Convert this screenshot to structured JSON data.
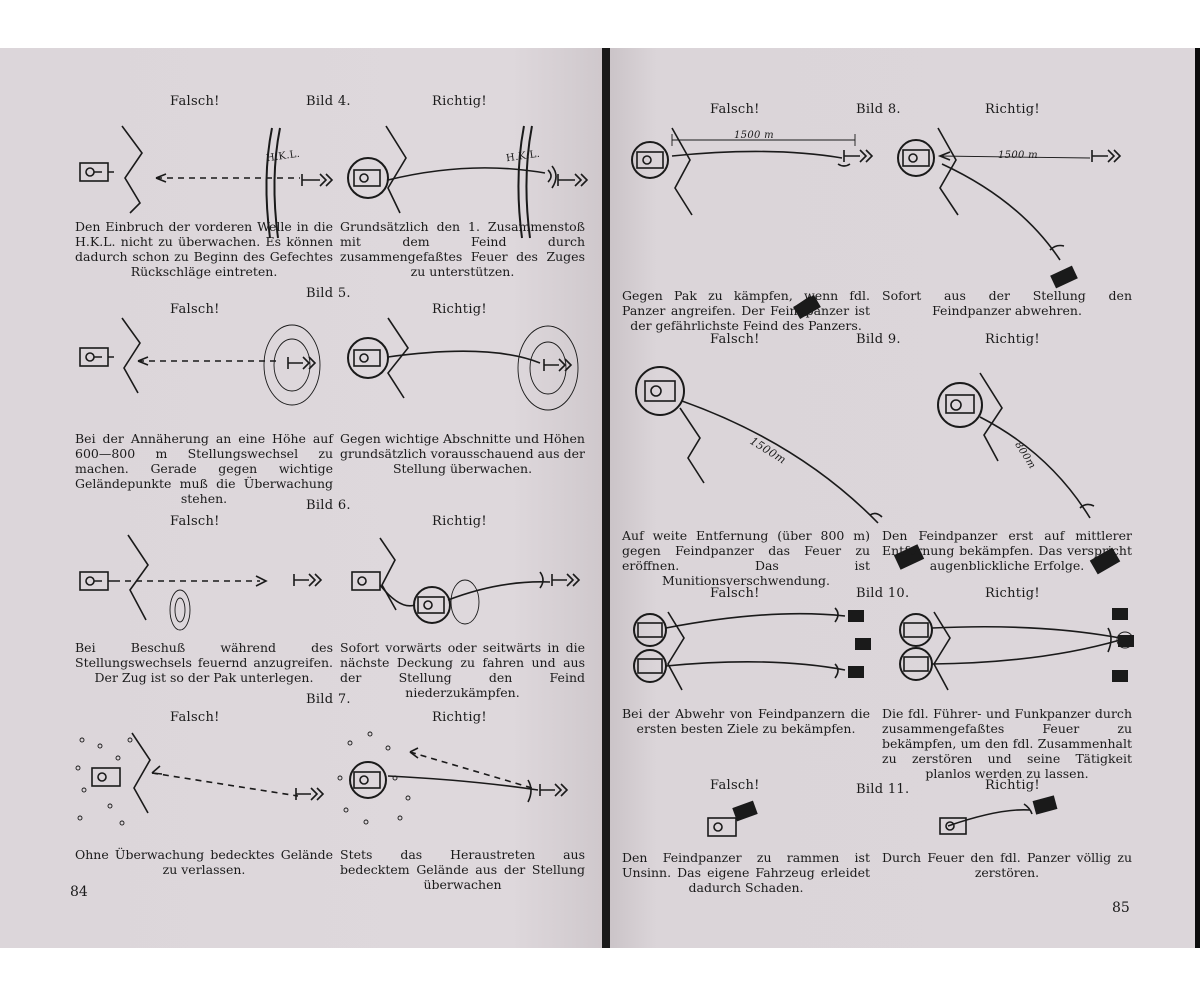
{
  "left_page": {
    "page_number": "84",
    "figures": [
      {
        "bild": "Bild 4.",
        "wrong": "Falsch!",
        "right": "Richtig!",
        "hkl_wrong": "H.K.L.",
        "hkl_right": "H.K.L.",
        "caption_wrong": "Den Einbruch der vorderen Welle in die H.K.L. nicht zu überwachen. Es können dadurch schon zu Beginn des Gefechtes Rückschläge eintreten.",
        "caption_right": "Grundsätzlich den 1. Zusammenstoß mit dem Feind durch zusammengefaßtes Feuer des Zuges zu unterstützen."
      },
      {
        "bild": "Bild 5.",
        "wrong": "Falsch!",
        "right": "Richtig!",
        "caption_wrong": "Bei der Annäherung an eine Höhe auf 600—800 m Stellungswechsel zu machen. Gerade gegen wichtige Geländepunkte muß die Überwachung stehen.",
        "caption_right": "Gegen wichtige Abschnitte und Höhen grundsätzlich vorausschauend aus der Stellung überwachen."
      },
      {
        "bild": "Bild 6.",
        "wrong": "Falsch!",
        "right": "Richtig!",
        "caption_wrong": "Bei Beschuß während des Stellungswechsels feuernd anzugreifen. Der Zug ist so der Pak unterlegen.",
        "caption_right": "Sofort vorwärts oder seitwärts in die nächste Deckung zu fahren und aus der Stellung den Feind niederzukämpfen."
      },
      {
        "bild": "Bild 7.",
        "wrong": "Falsch!",
        "right": "Richtig!",
        "caption_wrong": "Ohne Überwachung bedecktes Gelände zu verlassen.",
        "caption_right": "Stets das Heraustreten aus bedecktem Gelände aus der Stellung überwachen"
      }
    ]
  },
  "right_page": {
    "page_number": "85",
    "figures": [
      {
        "bild": "Bild 8.",
        "wrong": "Falsch!",
        "right": "Richtig!",
        "dist_wrong": "1500 m",
        "dist_right": "1500 m",
        "caption_wrong": "Gegen Pak zu kämpfen, wenn fdl. Panzer angreifen. Der Feindpanzer ist der gefährlichste Feind des Panzers.",
        "caption_right": "Sofort aus der Stellung den Feindpanzer abwehren."
      },
      {
        "bild": "Bild 9.",
        "wrong": "Falsch!",
        "right": "Richtig!",
        "dist_wrong": "1500m",
        "dist_right": "800m",
        "caption_wrong": "Auf weite Entfernung (über 800 m) gegen Feindpanzer das Feuer zu eröffnen. Das ist Munitionsverschwendung.",
        "caption_right": "Den Feindpanzer erst auf mittlerer Entfernung bekämpfen. Das verspricht augenblickliche Erfolge."
      },
      {
        "bild": "Bild 10.",
        "wrong": "Falsch!",
        "right": "Richtig!",
        "caption_wrong": "Bei der Abwehr von Feindpanzern die ersten besten Ziele zu bekämpfen.",
        "caption_right": "Die fdl. Führer- und Funkpanzer durch zusammengefaßtes Feuer zu bekämpfen, um den fdl. Zusammenhalt zu zerstören und seine Tätigkeit planlos werden zu lassen."
      },
      {
        "bild": "Bild 11.",
        "wrong": "Falsch!",
        "right": "Richtig!",
        "caption_wrong": "Den Feindpanzer zu rammen ist Unsinn. Das eigene Fahrzeug erleidet dadurch Schaden.",
        "caption_right": "Durch Feuer den fdl. Panzer völlig zu zerstören."
      }
    ]
  }
}
